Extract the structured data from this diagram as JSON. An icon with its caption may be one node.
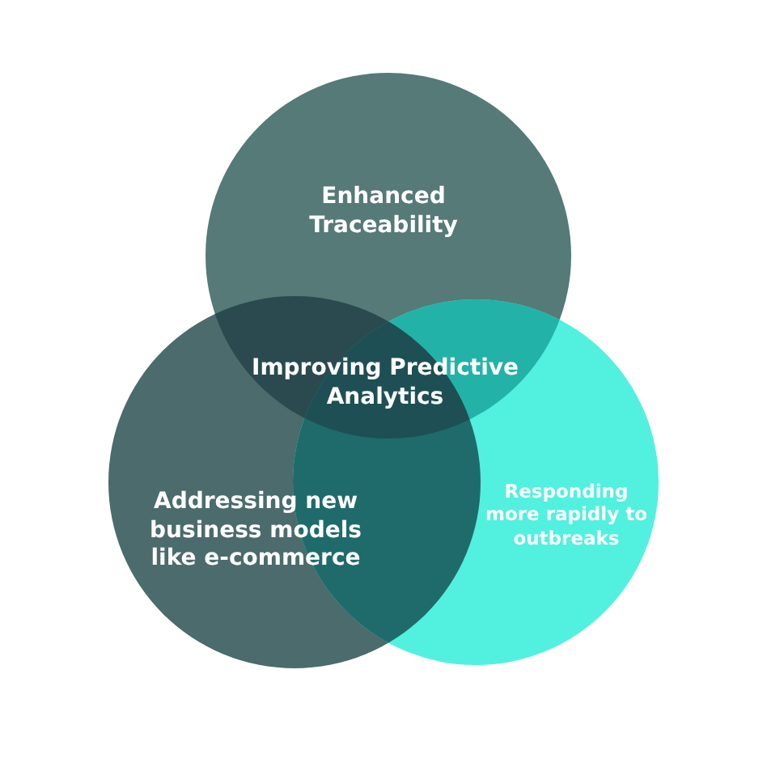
{
  "diagram": {
    "nodes": [
      {
        "text": [
          "Enhanced Traceability"
        ]
      },
      {
        "text": [
          "Addressing new business models like e-commerce"
        ]
      },
      {
        "text": [
          "Responding more rapidly to outbreaks"
        ]
      }
    ],
    "labels": [
      "Improving Predictive Analytics"
    ]
  }
}
